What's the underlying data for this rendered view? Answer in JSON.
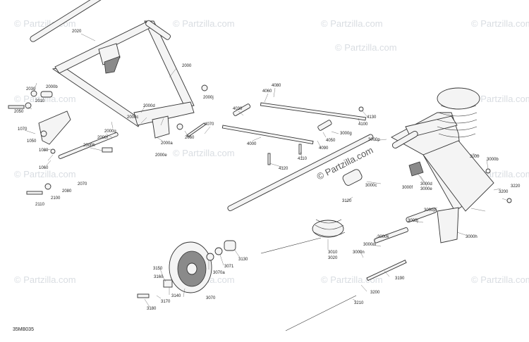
{
  "diagram": {
    "code": "35MB035",
    "watermarks": [
      "© Partzilla.com",
      "© Partzilla.com",
      "© Partzilla.com",
      "© Partzilla.com",
      "© Partzilla.com",
      "© Partzilla.com",
      "© Partzilla.com",
      "© Partzilla.com",
      "© Partzilla.com",
      "© Partzilla.com",
      "© Partzilla.com",
      "© Partzilla.com",
      "© Partzilla.com",
      "© Partzilla.com"
    ],
    "center_watermark": "© Partzilla.com",
    "labels": [
      "2020",
      "2000",
      "2030",
      "2010",
      "2000b",
      "2050",
      "2000j",
      "2000d",
      "2000c",
      "1070",
      "1080",
      "1050",
      "1060",
      "2000g",
      "2000f",
      "2000h",
      "2000a",
      "2000e",
      "2060",
      "2070",
      "2080",
      "2100",
      "2110",
      "4080",
      "4060",
      "4070",
      "4030",
      "4000",
      "4130",
      "4100",
      "3000g",
      "4050",
      "4090",
      "4110",
      "4120",
      "3000c",
      "3000p",
      "3000",
      "3000b",
      "3000d",
      "3000f",
      "3000e",
      "3220",
      "3200",
      "3120",
      "3000p",
      "3000j",
      "3000h",
      "3010",
      "3020",
      "3000k",
      "3000m",
      "3000n",
      "3130",
      "3071",
      "3070a",
      "3150",
      "3160",
      "3140",
      "3170",
      "3180",
      "3070",
      "3190",
      "3200",
      "3210"
    ]
  }
}
